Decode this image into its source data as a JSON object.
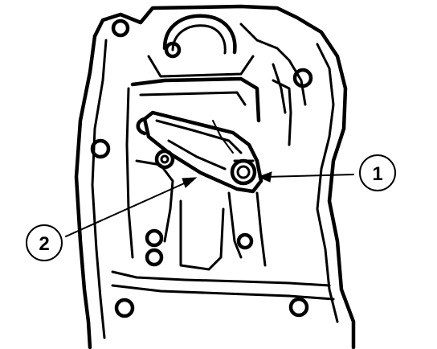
{
  "callouts": [
    {
      "number": "1",
      "target": "bolt"
    },
    {
      "number": "2",
      "target": "lever"
    }
  ],
  "colors": {
    "ink": "#000000",
    "background": "#ffffff"
  }
}
